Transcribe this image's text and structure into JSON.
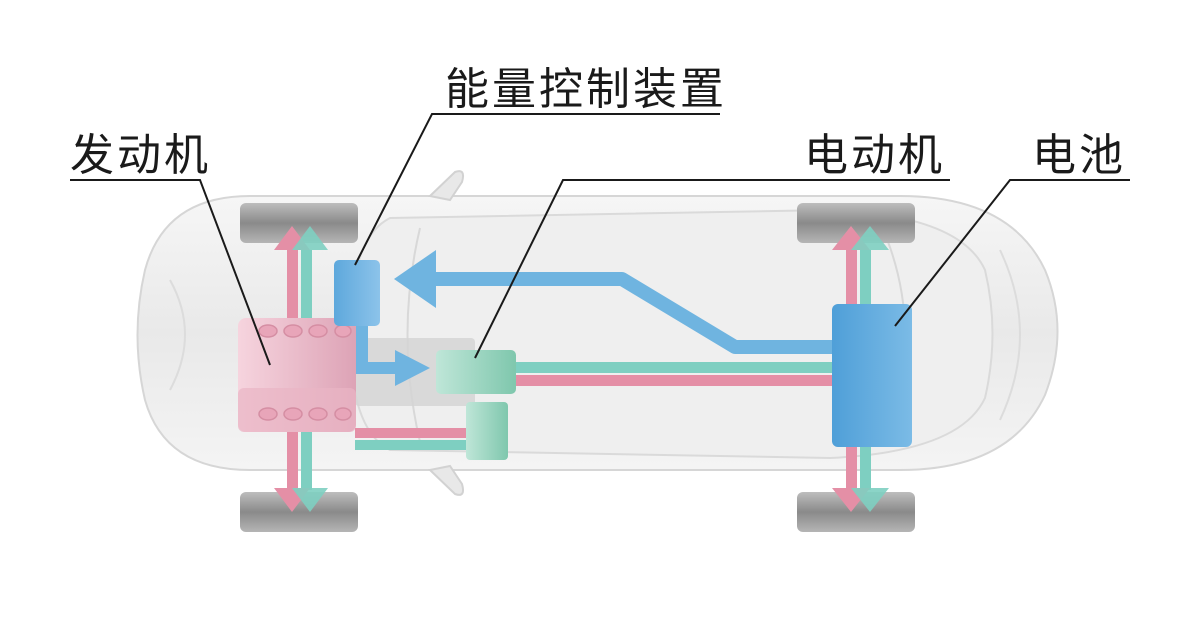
{
  "labels": {
    "engine": "发动机",
    "energy_control": "能量控制装置",
    "motor": "电动机",
    "battery": "电池"
  },
  "colors": {
    "pink_flow": "#e48fa6",
    "teal_flow": "#7ecfc1",
    "blue_flow": "#6fb4e0",
    "engine_block": "#f2c6d3",
    "battery_block": "#5aa6dc",
    "motor_block": "#9ed8c3",
    "tire": "#8d8d8d",
    "car_body": "#ececec"
  }
}
